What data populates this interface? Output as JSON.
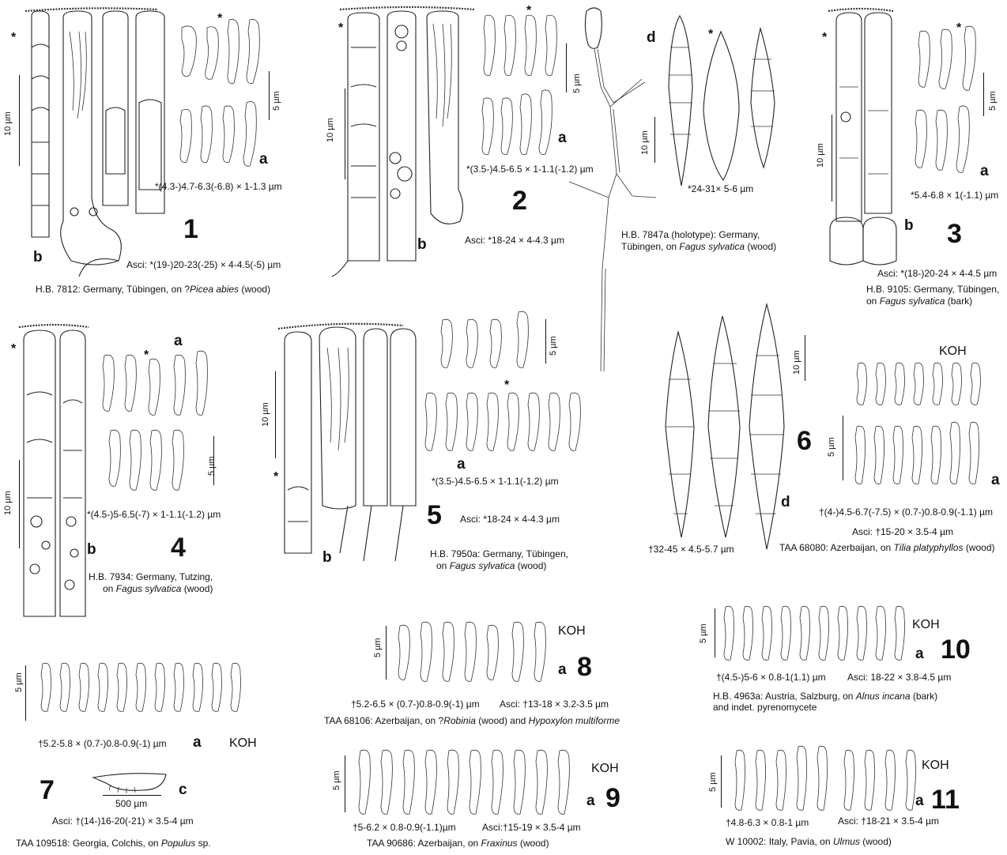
{
  "figures": {
    "f1": {
      "number": "1",
      "sublabels": {
        "a": "a",
        "b": "b"
      },
      "asterisks": [
        "*",
        "*"
      ],
      "scale_asci": "10 µm",
      "scale_spores": "5 µm",
      "spores": "*(4.3-)4.7-6.3(-6.8) × 1-1.3 µm",
      "asci": "Asci: *(19-)20-23(-25) × 4-4.5(-5) µm",
      "specimen_prefix": "H.B. 7812: Germany, Tübingen, on ?",
      "specimen_taxon": "Picea abies",
      "specimen_suffix": " (wood)"
    },
    "f2": {
      "number": "2",
      "sublabels": {
        "a": "a",
        "b": "b",
        "d": "d"
      },
      "asterisks": [
        "*",
        "*",
        "*"
      ],
      "scale_asci": "10 µm",
      "scale_spores": "5 µm",
      "scale_d": "10 µm",
      "spores": "*(3.5-)4.5-6.5 × 1-1.1(-1.2) µm",
      "asci": "Asci: *18-24 × 4-4.3 µm",
      "d_spores": "*24-31× 5-6 µm",
      "specimen_line1": "H.B. 7847a (holotype): Germany,",
      "specimen_line2_prefix": "Tübingen, on ",
      "specimen_taxon": "Fagus sylvatica",
      "specimen_suffix": " (wood)"
    },
    "f3": {
      "number": "3",
      "sublabels": {
        "a": "a",
        "b": "b"
      },
      "asterisks": [
        "*",
        "*"
      ],
      "scale_asci": "10 µm",
      "scale_spores": "5 µm",
      "spores": "*5.4-6.8 × 1(-1.1) µm",
      "asci": "Asci: *(18-)20-24 × 4-4.5 µm",
      "specimen_line1": "H.B. 9105: Germany, Tübingen,",
      "specimen_line2_prefix": "on ",
      "specimen_taxon": "Fagus sylvatica",
      "specimen_suffix": " (bark)"
    },
    "f4": {
      "number": "4",
      "sublabels": {
        "a": "a",
        "b": "b"
      },
      "asterisks": [
        "*",
        "*"
      ],
      "scale_asci": "10 µm",
      "scale_spores": "5 µm",
      "spores": "*(4.5-)5-6.5(-7) × 1-1.1(-1.2) µm",
      "specimen_line1": "H.B. 7934: Germany, Tutzing,",
      "specimen_line2_prefix": "on ",
      "specimen_taxon": "Fagus sylvatica",
      "specimen_suffix": " (wood)"
    },
    "f5": {
      "number": "5",
      "sublabels": {
        "a": "a",
        "b": "b"
      },
      "asterisks": [
        "*",
        "*"
      ],
      "scale_asci": "10 µm",
      "scale_spores": "5 µm",
      "spores": "*(3.5-)4.5-6.5 × 1-1.1(-1.2) µm",
      "asci": "Asci: *18-24 × 4-4.3 µm",
      "specimen_line1": "H.B. 7950a: Germany, Tübingen,",
      "specimen_line2_prefix": "on ",
      "specimen_taxon": "Fagus sylvatica",
      "specimen_suffix": " (wood)"
    },
    "f6": {
      "number": "6",
      "sublabels": {
        "a": "a",
        "d": "d"
      },
      "koh": "KOH",
      "scale_d": "10 µm",
      "scale_spores": "5 µm",
      "d_spores": "†32-45 × 4.5-5.7 µm",
      "spores": "†(4-)4.5-6.7(-7.5) × (0.7-)0.8-0.9(-1.1) µm",
      "asci": "Asci: †15-20 × 3.5-4 µm",
      "specimen_prefix": "TAA 68080: Azerbaijan, on ",
      "specimen_taxon": "Tilia platyphyllos",
      "specimen_suffix": " (wood)"
    },
    "f7": {
      "number": "7",
      "sublabels": {
        "a": "a",
        "c": "c"
      },
      "koh": "KOH",
      "scale_spores": "5 µm",
      "scale_c": "500 µm",
      "spores": "†5.2-5.8 × (0.7-)0.8-0.9(-1) µm",
      "asci": "Asci: †(14-)16-20(-21) × 3.5-4 µm",
      "specimen_prefix": "TAA 109518: Georgia, Colchis, on ",
      "specimen_taxon": "Populus",
      "specimen_suffix": " sp."
    },
    "f8": {
      "number": "8",
      "sublabels": {
        "a": "a"
      },
      "koh": "KOH",
      "scale_spores": "5 µm",
      "spores": "†5.2-6.5 × (0.7-)0.8-0.9(-1) µm",
      "asci": "Asci: †13-18 × 3.2-3.5 µm",
      "specimen_prefix": "TAA 68106: Azerbaijan, on ?",
      "specimen_taxon": "Robinia",
      "specimen_mid": " (wood) and ",
      "specimen_taxon2": "Hypoxylon multiforme"
    },
    "f9": {
      "number": "9",
      "sublabels": {
        "a": "a"
      },
      "koh": "KOH",
      "scale_spores": "5 µm",
      "spores": "†5-6.2 × 0.8-0.9(-1.1)µm",
      "asci": "Asci:†15-19 × 3.5-4 µm",
      "specimen_prefix": "TAA 90686: Azerbaijan, on ",
      "specimen_taxon": "Fraxinus",
      "specimen_suffix": " (wood)"
    },
    "f10": {
      "number": "10",
      "sublabels": {
        "a": "a"
      },
      "koh": "KOH",
      "scale_spores": "5 µm",
      "spores": "†(4.5-)5-6 × 0.8-1(1.1) µm",
      "asci": "Asci: 18-22 × 3.8-4.5 µm",
      "specimen_line1_prefix": "H.B. 4963a: Austria, Salzburg, on ",
      "specimen_taxon": "Alnus incana",
      "specimen_suffix": " (bark)",
      "specimen_line2": "and indet. pyrenomycete"
    },
    "f11": {
      "number": "11",
      "sublabels": {
        "a": "a"
      },
      "koh": "KOH",
      "scale_spores": "5 µm",
      "spores": "†4.8-6.3 × 0.8-1 µm",
      "asci": "Asci: †18-21 × 3.5-4 µm",
      "specimen_prefix": "W 10002: Italy, Pavia, on ",
      "specimen_taxon": "Ulmus",
      "specimen_suffix": " (wood)"
    }
  }
}
